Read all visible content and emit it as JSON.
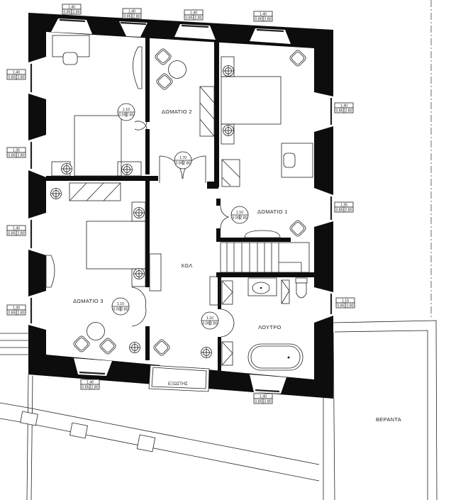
{
  "rooms": {
    "room2": "ΔΩΜΑΤΙΟ 2",
    "room1": "ΔΩΜΑΤΙΟ 1",
    "room3": "ΔΩΜΑΤΙΟ 3",
    "hall": "ΧΩΛ",
    "bath": "ΛΟΥΤΡΟ",
    "balcony": "ΕΞΩΣΤΗΣ",
    "veranda": "ΒΕΡΑΝΤΑ"
  },
  "window_tags": [
    {
      "w": "1.40",
      "sill": "0.85",
      "h": "2.80"
    },
    {
      "w": "1.40",
      "sill": "0.85",
      "h": "2.80"
    },
    {
      "w": "1.40",
      "sill": "0.85",
      "h": "2.80"
    },
    {
      "w": "1.40",
      "sill": "0.85",
      "h": "2.80"
    },
    {
      "w": "1.40",
      "sill": "0.85",
      "h": "2.80"
    },
    {
      "w": "1.35",
      "sill": "0.85",
      "h": "2.80"
    },
    {
      "w": "1.40",
      "sill": "0.85",
      "h": "2.80"
    },
    {
      "w": "1.30",
      "sill": "0.85",
      "h": "2.80"
    },
    {
      "w": "1.40",
      "sill": "0.85",
      "h": "2.80"
    },
    {
      "w": "1.35",
      "sill": "0.85",
      "h": "2.80"
    },
    {
      "w": "1.15",
      "sill": "0.85",
      "h": "2.80"
    },
    {
      "w": "1.40",
      "sill": "0.85",
      "h": "2.80"
    },
    {
      "w": "1.40",
      "sill": "0.85",
      "h": "2.80"
    }
  ],
  "door_tags": [
    {
      "w": "1.10",
      "sill": "0.00",
      "h": "2.80"
    },
    {
      "w": "1.70",
      "sill": "0.00",
      "h": "2.80"
    },
    {
      "w": "1.10",
      "sill": "0.00",
      "h": "2.80"
    },
    {
      "w": "1.10",
      "sill": "0.00",
      "h": "2.80"
    },
    {
      "w": "1.10",
      "sill": "0.00",
      "h": "2.80"
    }
  ]
}
